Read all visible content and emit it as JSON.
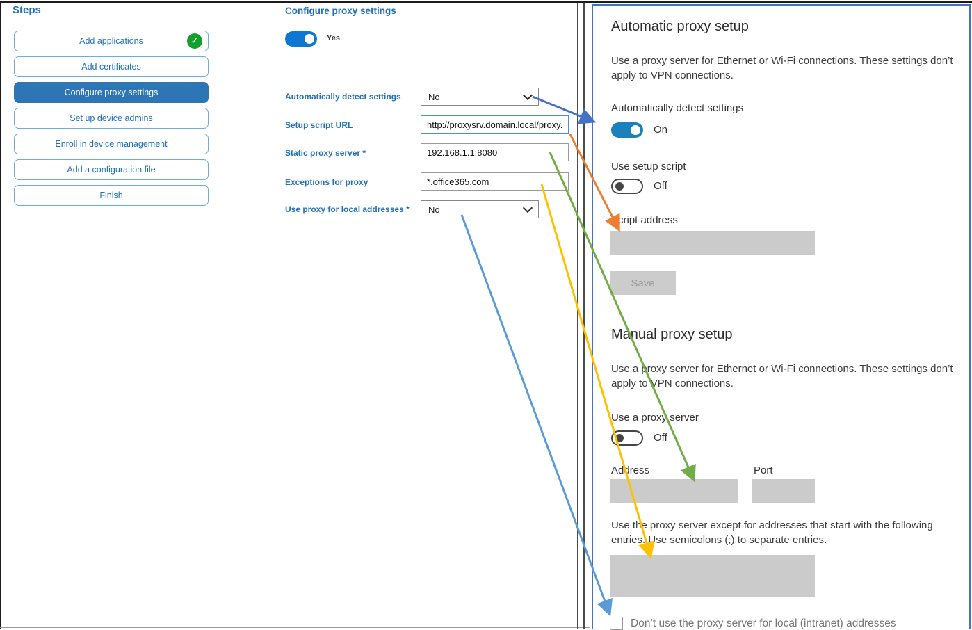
{
  "sidebar": {
    "title": "Steps",
    "items": [
      {
        "label": "Add applications",
        "status": "completed"
      },
      {
        "label": "Add certificates",
        "status": "none"
      },
      {
        "label": "Configure proxy settings",
        "status": "selected"
      },
      {
        "label": "Set up device admins",
        "status": "none"
      },
      {
        "label": "Enroll in device management",
        "status": "none"
      },
      {
        "label": "Add a configuration file",
        "status": "none"
      },
      {
        "label": "Finish",
        "status": "none"
      }
    ]
  },
  "wizard": {
    "title": "Configure proxy settings",
    "toggle": {
      "state": "on",
      "label": "Yes"
    },
    "fields": [
      {
        "label": "Automatically detect settings",
        "type": "select",
        "value": "No"
      },
      {
        "label": "Setup script URL",
        "type": "text",
        "value": "http://proxysrv.domain.local/proxy.pa"
      },
      {
        "label": "Static proxy server *",
        "type": "text",
        "value": "192.168.1.1:8080"
      },
      {
        "label": "Exceptions for proxy",
        "type": "text",
        "value": "*.office365.com"
      },
      {
        "label": "Use proxy for local addresses *",
        "type": "select",
        "value": "No"
      }
    ]
  },
  "settings": {
    "automatic": {
      "heading": "Automatic proxy setup",
      "description": "Use a proxy server for Ethernet or Wi-Fi connections. These settings don’t apply to VPN connections.",
      "detect_label": "Automatically detect settings",
      "detect_state": "On",
      "script_label": "Use setup script",
      "script_state": "Off",
      "script_address_label": "Script address",
      "save_label": "Save"
    },
    "manual": {
      "heading": "Manual proxy setup",
      "description": "Use a proxy server for Ethernet or Wi-Fi connections. These settings don’t apply to VPN connections.",
      "proxy_label": "Use a proxy server",
      "proxy_state": "Off",
      "address_label": "Address",
      "port_label": "Port",
      "exceptions_help": "Use the proxy server except for addresses that start with the following entries. Use semicolons (;) to separate entries.",
      "local_label": "Don’t use the proxy server for local (intranet) addresses",
      "local_checked": false
    }
  },
  "icons": {
    "completed_check": "✓"
  },
  "arrows": [
    {
      "id": "detect",
      "color": "#4472c4",
      "maps": "Automatically detect settings → On toggle"
    },
    {
      "id": "script",
      "color": "#ed7d31",
      "maps": "Setup script URL → Script address"
    },
    {
      "id": "static",
      "color": "#70ad47",
      "maps": "Static proxy server → Address"
    },
    {
      "id": "exceptions",
      "color": "#ffc000",
      "maps": "Exceptions for proxy → exceptions list"
    },
    {
      "id": "local",
      "color": "#5b9bd5",
      "maps": "Use proxy for local addresses → intranet checkbox"
    }
  ],
  "colors": {
    "sidebar_selected_bg": "#2e75b5",
    "sidebar_text": "#1f6fc0",
    "wizard_toggle_on": "#0e76d3",
    "settings_toggle_on": "#1a81ba",
    "completed_check_green": "#12a02a",
    "panel_border_blue": "#4472c4",
    "disabled_gray": "#cccccc"
  }
}
